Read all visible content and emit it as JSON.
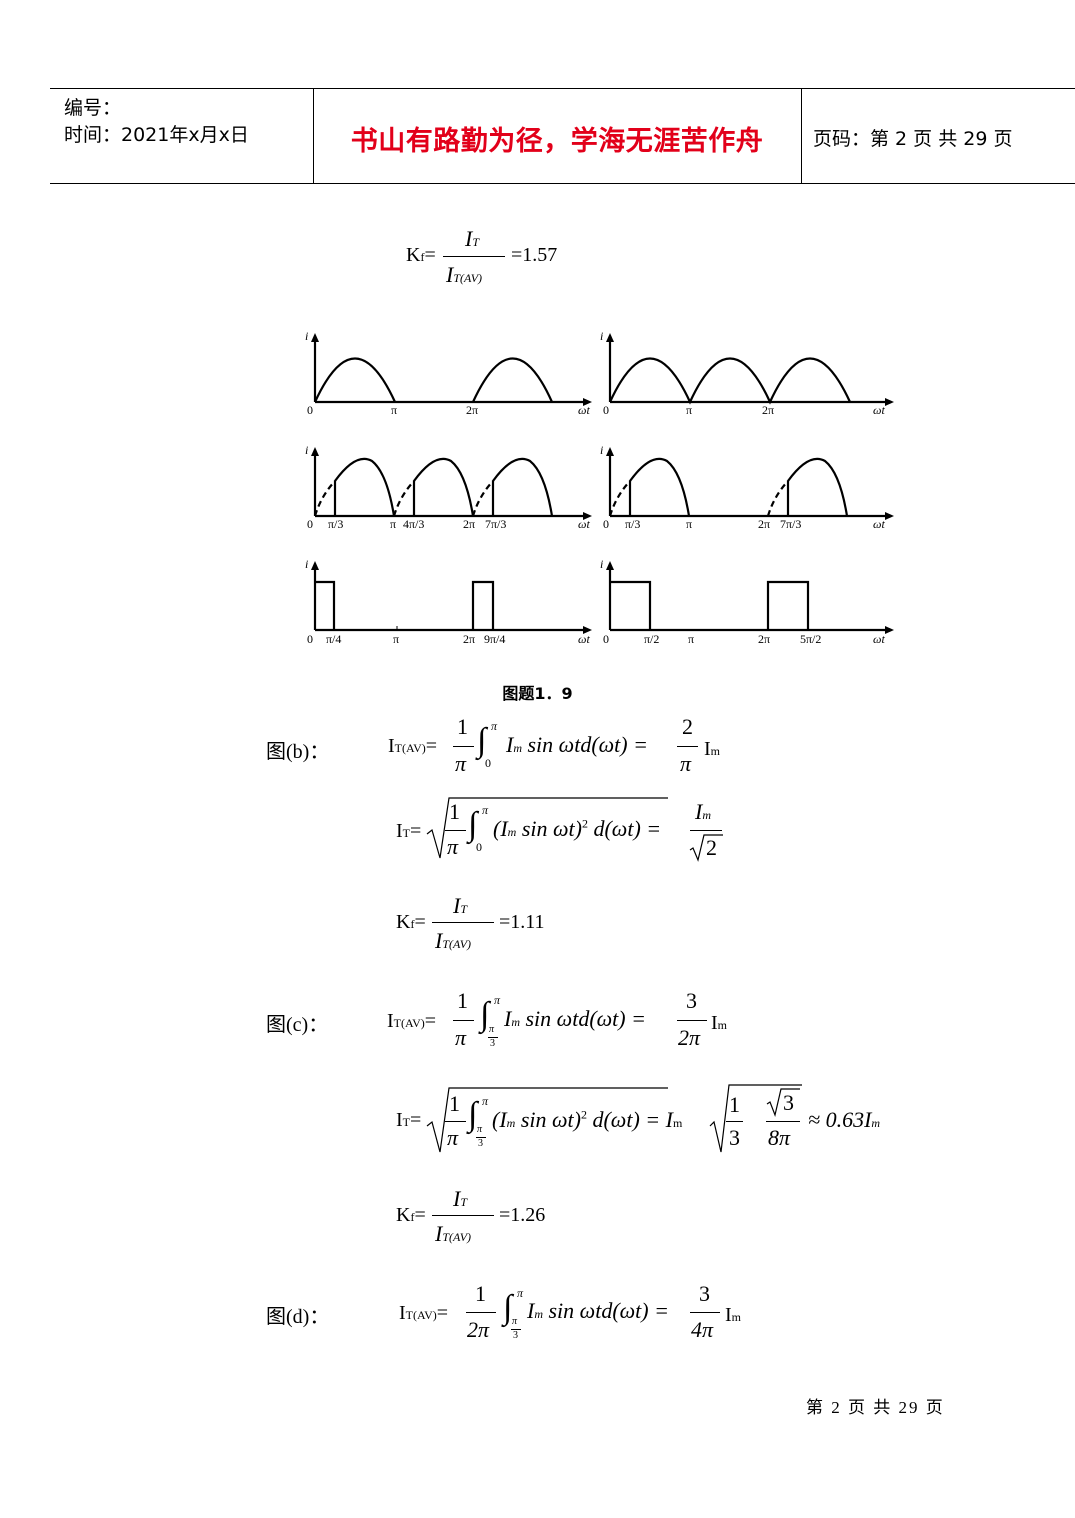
{
  "header": {
    "number_label": "编号：",
    "time_label": "时间：2021年x月x日",
    "motto": "书山有路勤为径，学海无涯苦作舟",
    "page_label": "页码：第 2 页  共 29 页"
  },
  "formula_top": {
    "lhs": "K",
    "lhs_sub": "f",
    "eq": "=",
    "num": "I",
    "num_sub": "T",
    "den": "I",
    "den_sub": "T(AV)",
    "result": "=1.57"
  },
  "figure": {
    "caption": "图题1．9",
    "axis_i": "i",
    "axis_wt": "ωt",
    "panels": [
      {
        "id": "a",
        "ticks": [
          "0",
          "π",
          "2π"
        ]
      },
      {
        "id": "b",
        "ticks": [
          "0",
          "π",
          "2π"
        ]
      },
      {
        "id": "c",
        "ticks": [
          "0",
          "π/3",
          "π",
          "4π/3",
          "2π",
          "7π/3"
        ]
      },
      {
        "id": "d",
        "ticks": [
          "0",
          "π/3",
          "π",
          "2π",
          "7π/3"
        ]
      },
      {
        "id": "e",
        "ticks": [
          "0",
          "π/4",
          "π",
          "2π",
          "9π/4"
        ]
      },
      {
        "id": "f",
        "ticks": [
          "0",
          "π/2",
          "π",
          "2π",
          "5π/2"
        ]
      }
    ]
  },
  "sections": {
    "b": {
      "label": "图(b)：",
      "iav_lhs": "I",
      "iav_sub": "T(AV)",
      "iav_eq": "=",
      "one": "1",
      "pi": "π",
      "int_upper": "π",
      "int_lower": "0",
      "integrand": "I",
      "integrand_sub": "m",
      "integrand_rest": "sin ωtd(ωt) =",
      "res_num": "2",
      "res_den": "π",
      "res_tail": "I",
      "res_tail_sub": "m",
      "it_lhs": "I",
      "it_sub": "T",
      "it_eq": "=",
      "it_integrand": "(I",
      "it_integrand_sub": "m",
      "it_integrand_rest": "sin ωt)",
      "it_sq": "2",
      "it_tail": "d(ωt) =",
      "it_res_num": "I",
      "it_res_num_sub": "m",
      "it_res_den": "2",
      "kf_result": "=1.11"
    },
    "c": {
      "label": "图(c)：",
      "one": "1",
      "pi": "π",
      "int_upper": "π",
      "int_lower_num": "π",
      "int_lower_den": "3",
      "iav_rest": "sin ωtd(ωt) =",
      "res_num": "3",
      "res_den": "2π",
      "it_rest": "sin ωt)",
      "it_tail": "d(ωt) = I",
      "it_sqrt_one": "1",
      "it_sqrt_three": "3",
      "it_sqrt_root3": "3",
      "it_sqrt_den": "8π",
      "approx": "≈ 0.63I",
      "approx_sub": "m",
      "kf_result": "=1.26"
    },
    "d": {
      "label": "图(d)：",
      "one": "1",
      "den": "2π",
      "int_upper": "π",
      "int_lower_num": "π",
      "int_lower_den": "3",
      "rest": "sin ωtd(ωt) =",
      "res_num": "3",
      "res_den": "4π"
    }
  },
  "footer": "第 2 页 共 29 页"
}
